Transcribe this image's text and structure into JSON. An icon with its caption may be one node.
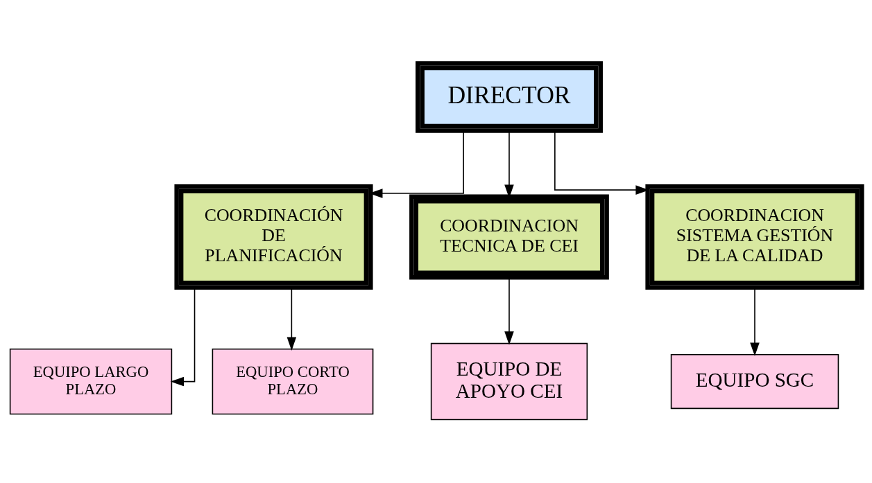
{
  "diagram": {
    "nodes": [
      {
        "text": [
          "DIRECTOR"
        ]
      },
      {
        "text": [
          "COORDINACIÓN DE PLANIFICACIÓN"
        ]
      },
      {
        "text": [
          "COORDINACION TECNICA DE CEI"
        ]
      },
      {
        "text": [
          "COORDINACION SISTEMA GESTIÓN DE LA CALIDAD"
        ]
      },
      {
        "text": [
          "EQUIPO LARGO PLAZO"
        ]
      },
      {
        "text": [
          "EQUIPO CORTO PLAZO"
        ]
      },
      {
        "text": [
          "EQUIPO DE APOYO CEI"
        ]
      },
      {
        "text": [
          "EQUIPO SGC"
        ]
      }
    ],
    "edges": [
      {
        "from": 0,
        "to": 1,
        "arrow": "to"
      },
      {
        "from": 0,
        "to": 2,
        "arrow": "to"
      },
      {
        "from": 0,
        "to": 3,
        "arrow": "to"
      },
      {
        "from": 1,
        "to": 4,
        "arrow": "to"
      },
      {
        "from": 1,
        "to": 5,
        "arrow": "to"
      },
      {
        "from": 2,
        "to": 6,
        "arrow": "to"
      },
      {
        "from": 3,
        "to": 7,
        "arrow": "to"
      }
    ]
  }
}
